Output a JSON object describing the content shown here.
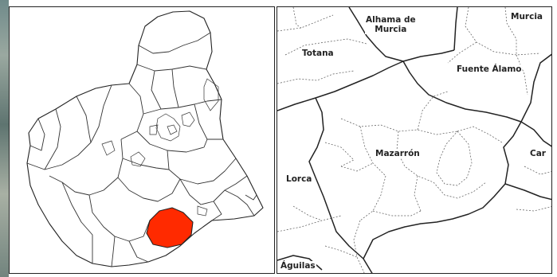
{
  "colors": {
    "highlight": "#ff2a00",
    "border": "#222222",
    "background": "#ffffff"
  },
  "locator": {
    "highlighted_municipality": "Mazarrón"
  },
  "detail": {
    "labels": {
      "alhama": "Alhama de\nMurcia",
      "murcia": "Murcia",
      "totana": "Totana",
      "fuente_alamo": "Fuente Álamo",
      "mazarron": "Mazarrón",
      "lorca": "Lorca",
      "cartagena": "Car",
      "aguilas": "Águilas"
    }
  }
}
